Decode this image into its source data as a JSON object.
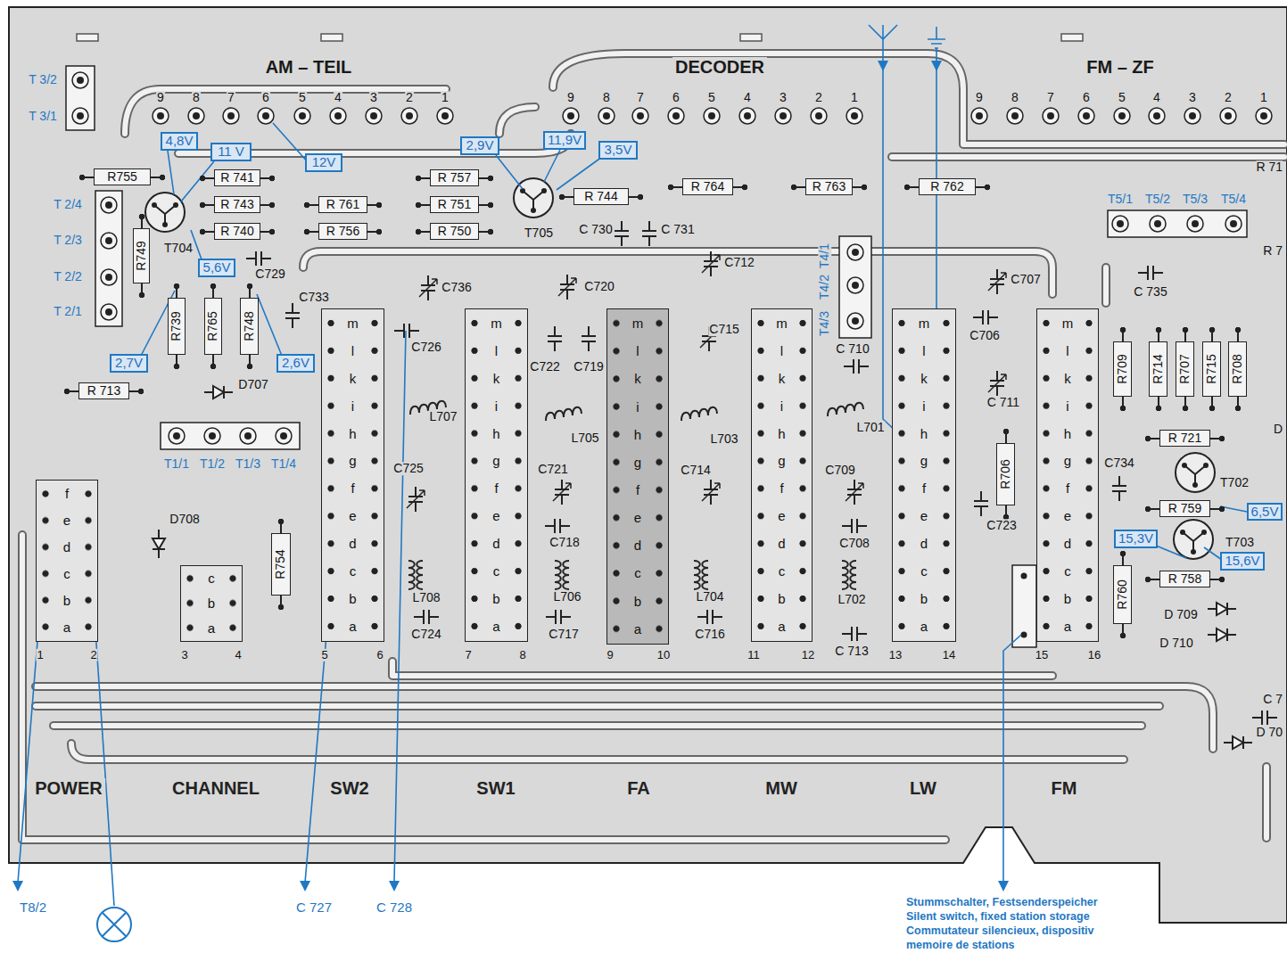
{
  "diagram": {
    "nodes": [
      {
        "text": [
          "4,8V"
        ]
      },
      {
        "text": [
          "11 V"
        ]
      },
      {
        "text": [
          "12V"
        ]
      },
      {
        "text": [
          "2,9V"
        ]
      },
      {
        "text": [
          "11,9V"
        ]
      },
      {
        "text": [
          "3,5V"
        ]
      },
      {
        "text": [
          "R755"
        ]
      },
      {
        "text": [
          "R 741"
        ]
      },
      {
        "text": [
          "R 757"
        ]
      },
      {
        "text": [
          "R 743"
        ]
      },
      {
        "text": [
          "R 761"
        ]
      },
      {
        "text": [
          "R 751"
        ]
      },
      {
        "text": [
          "R 744"
        ]
      },
      {
        "text": [
          "R 764"
        ]
      },
      {
        "text": [
          "R 763"
        ]
      },
      {
        "text": [
          "R 762"
        ]
      },
      {
        "text": [
          "R 740"
        ]
      },
      {
        "text": [
          "R 756"
        ]
      },
      {
        "text": [
          "R 750"
        ]
      },
      {
        "text": [
          "R749"
        ]
      },
      {
        "text": [
          "5,6V"
        ]
      },
      {
        "text": [
          "R739"
        ]
      },
      {
        "text": [
          "R765"
        ]
      },
      {
        "text": [
          "R748"
        ]
      },
      {
        "text": [
          "2,7V"
        ]
      },
      {
        "text": [
          "2,6V"
        ]
      },
      {
        "text": [
          "R709"
        ]
      },
      {
        "text": [
          "R714"
        ]
      },
      {
        "text": [
          "R707"
        ]
      },
      {
        "text": [
          "R715"
        ]
      },
      {
        "text": [
          "R708"
        ]
      },
      {
        "text": [
          "R 713"
        ]
      },
      {
        "text": [
          "R 721"
        ]
      },
      {
        "text": [
          "R706"
        ]
      },
      {
        "text": [
          "R 759"
        ]
      },
      {
        "text": [
          "6,5V"
        ]
      },
      {
        "text": [
          "15,3V"
        ]
      },
      {
        "text": [
          "15,6V"
        ]
      },
      {
        "text": [
          "R754"
        ]
      },
      {
        "text": [
          "R 758"
        ]
      },
      {
        "text": [
          "R760"
        ]
      },
      {
        "text": [
          "f",
          "e",
          "d",
          "c",
          "b",
          "a"
        ]
      },
      {
        "text": [
          "c",
          "b",
          "a"
        ]
      },
      {
        "text": [
          "m",
          "l",
          "k",
          "i",
          "h",
          "g",
          "f",
          "e",
          "d",
          "c",
          "b",
          "a"
        ]
      },
      {
        "text": [
          "m",
          "l",
          "k",
          "i",
          "h",
          "g",
          "f",
          "e",
          "d",
          "c",
          "b",
          "a"
        ]
      },
      {
        "text": [
          "m",
          "l",
          "k",
          "i",
          "h",
          "g",
          "f",
          "e",
          "d",
          "c",
          "b",
          "a"
        ]
      },
      {
        "text": [
          "m",
          "l",
          "k",
          "i",
          "h",
          "g",
          "f",
          "e",
          "d",
          "c",
          "b",
          "a"
        ]
      },
      {
        "text": [
          "m",
          "l",
          "k",
          "i",
          "h",
          "g",
          "f",
          "e",
          "d",
          "c",
          "b",
          "a"
        ]
      },
      {
        "text": [
          "m",
          "l",
          "k",
          "i",
          "h",
          "g",
          "f",
          "e",
          "d",
          "c",
          "b",
          "a"
        ]
      }
    ],
    "labels": [
      "AM – TEIL",
      "DECODER",
      "FM – ZF",
      "9",
      "8",
      "7",
      "6",
      "5",
      "4",
      "3",
      "2",
      "1",
      "9",
      "8",
      "7",
      "6",
      "5",
      "4",
      "3",
      "2",
      "1",
      "9",
      "8",
      "7",
      "6",
      "5",
      "4",
      "3",
      "2",
      "1",
      "T 3/2",
      "T 3/1",
      "T 2/4",
      "T 2/3",
      "T 2/2",
      "T 2/1",
      "T1/1",
      "T1/2",
      "T1/3",
      "T1/4",
      "T5/1",
      "T5/2",
      "T5/3",
      "T5/4",
      "T4/1",
      "T4/2",
      "T4/3",
      "T704",
      "C729",
      "C733",
      "D707",
      "D708",
      "C736",
      "C726",
      "L707",
      "C725",
      "L708",
      "C724",
      "C720",
      "C722",
      "C719",
      "L705",
      "C721",
      "C718",
      "L706",
      "C717",
      "T705",
      "C 730",
      "C 731",
      "C712",
      "C715",
      "L703",
      "C714",
      "L704",
      "C716",
      "C 710",
      "L701",
      "C709",
      "C708",
      "L702",
      "C 713",
      "C707",
      "C706",
      "C 711",
      "C723",
      "C734",
      "C 735",
      "T702",
      "T703",
      "D 709",
      "D 710",
      "1",
      "2",
      "3",
      "4",
      "5",
      "6",
      "7",
      "8",
      "9",
      "10",
      "11",
      "12",
      "13",
      "14",
      "15",
      "16",
      "POWER",
      "CHANNEL",
      "SW2",
      "SW1",
      "FA",
      "MW",
      "LW",
      "FM",
      "T8/2",
      "C 727",
      "C 728",
      "Stummschalter, Festsenderspeicher",
      "Silent switch, fixed station storage",
      "Commutateur silencieux, dispositiv",
      "memoire de stations",
      "R 71",
      "R 7",
      "D",
      "C 7",
      "D 70"
    ]
  }
}
